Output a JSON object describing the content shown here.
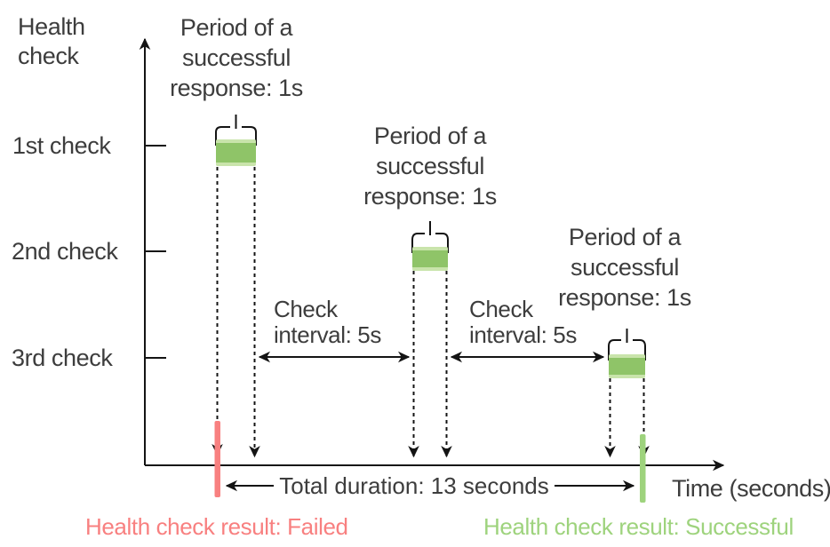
{
  "colors": {
    "text_dark": "#3d3d3d",
    "line_black": "#141414",
    "bar_green": "#8fc468",
    "bar_green_light": "#c9e4ab",
    "marker_green": "#9ed37d",
    "fail_red": "#f88080",
    "success_text_green": "#9ed37d"
  },
  "y_axis": {
    "label_line1": "Health",
    "label_line2": "check",
    "ticks": [
      "1st check",
      "2nd check",
      "3rd check"
    ]
  },
  "x_axis": {
    "label": "Time (seconds)"
  },
  "periods": [
    {
      "line1": "Period of a",
      "line2": "successful",
      "line3": "response: 1s"
    },
    {
      "line1": "Period of a",
      "line2": "successful",
      "line3": "response: 1s"
    },
    {
      "line1": "Period of a",
      "line2": "successful",
      "line3": "response: 1s"
    }
  ],
  "intervals": [
    {
      "line1": "Check",
      "line2": "interval: 5s"
    },
    {
      "line1": "Check",
      "line2": "interval: 5s"
    }
  ],
  "total_duration": "Total duration: 13 seconds",
  "results": {
    "failed": "Health check result: Failed",
    "successful": "Health check result: Successful"
  },
  "values": {
    "period_per_check": "1s",
    "check_interval": "5s",
    "total_duration_seconds": "13"
  }
}
